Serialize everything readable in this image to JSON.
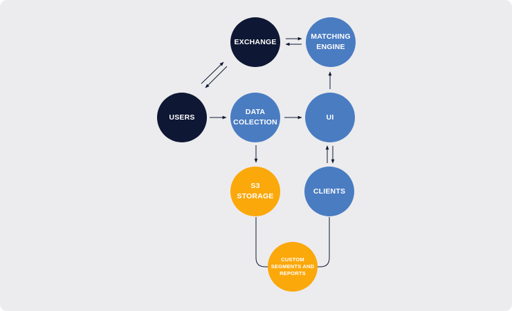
{
  "nodes": {
    "exchange": "EXCHANGE",
    "matching_engine": "MATCHING\nENGINE",
    "users": "USERS",
    "data_colection": "DATA\nCOLECTION",
    "ui": "UI",
    "s3_storage": "S3\nSTORAGE",
    "clients": "CLIENTS",
    "custom_segments": "CUSTOM\nSEGMENTS AND\nREPORTS"
  },
  "colors": {
    "background": "#ececee",
    "navy": "#0e1733",
    "blue": "#4a7cc2",
    "orange": "#fba80b",
    "connector": "#0e1733"
  }
}
